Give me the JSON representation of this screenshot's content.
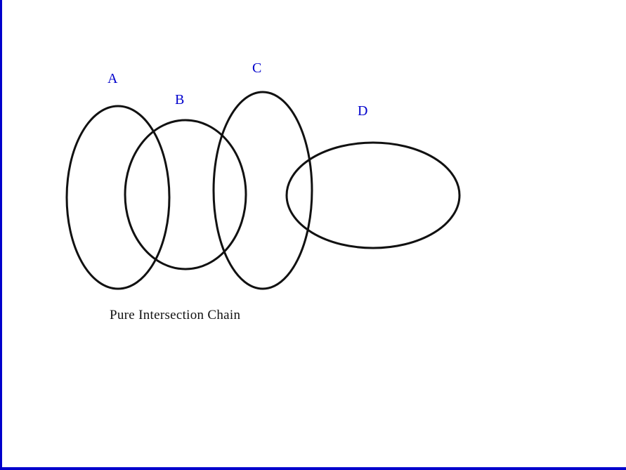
{
  "diagram": {
    "type": "venn-ellipse-chain",
    "caption": "Pure Intersection Chain",
    "labels": [
      {
        "id": "A",
        "text": "A"
      },
      {
        "id": "B",
        "text": "B"
      },
      {
        "id": "C",
        "text": "C"
      },
      {
        "id": "D",
        "text": "D"
      }
    ],
    "relationships": [
      "A intersects B",
      "B intersects C",
      "C intersects D",
      "non-adjacent sets do not intersect"
    ],
    "colors": {
      "label_text": "#0000cc",
      "ellipse_stroke": "#111111",
      "edge_line": "#0000cc",
      "background": "#ffffff"
    }
  }
}
